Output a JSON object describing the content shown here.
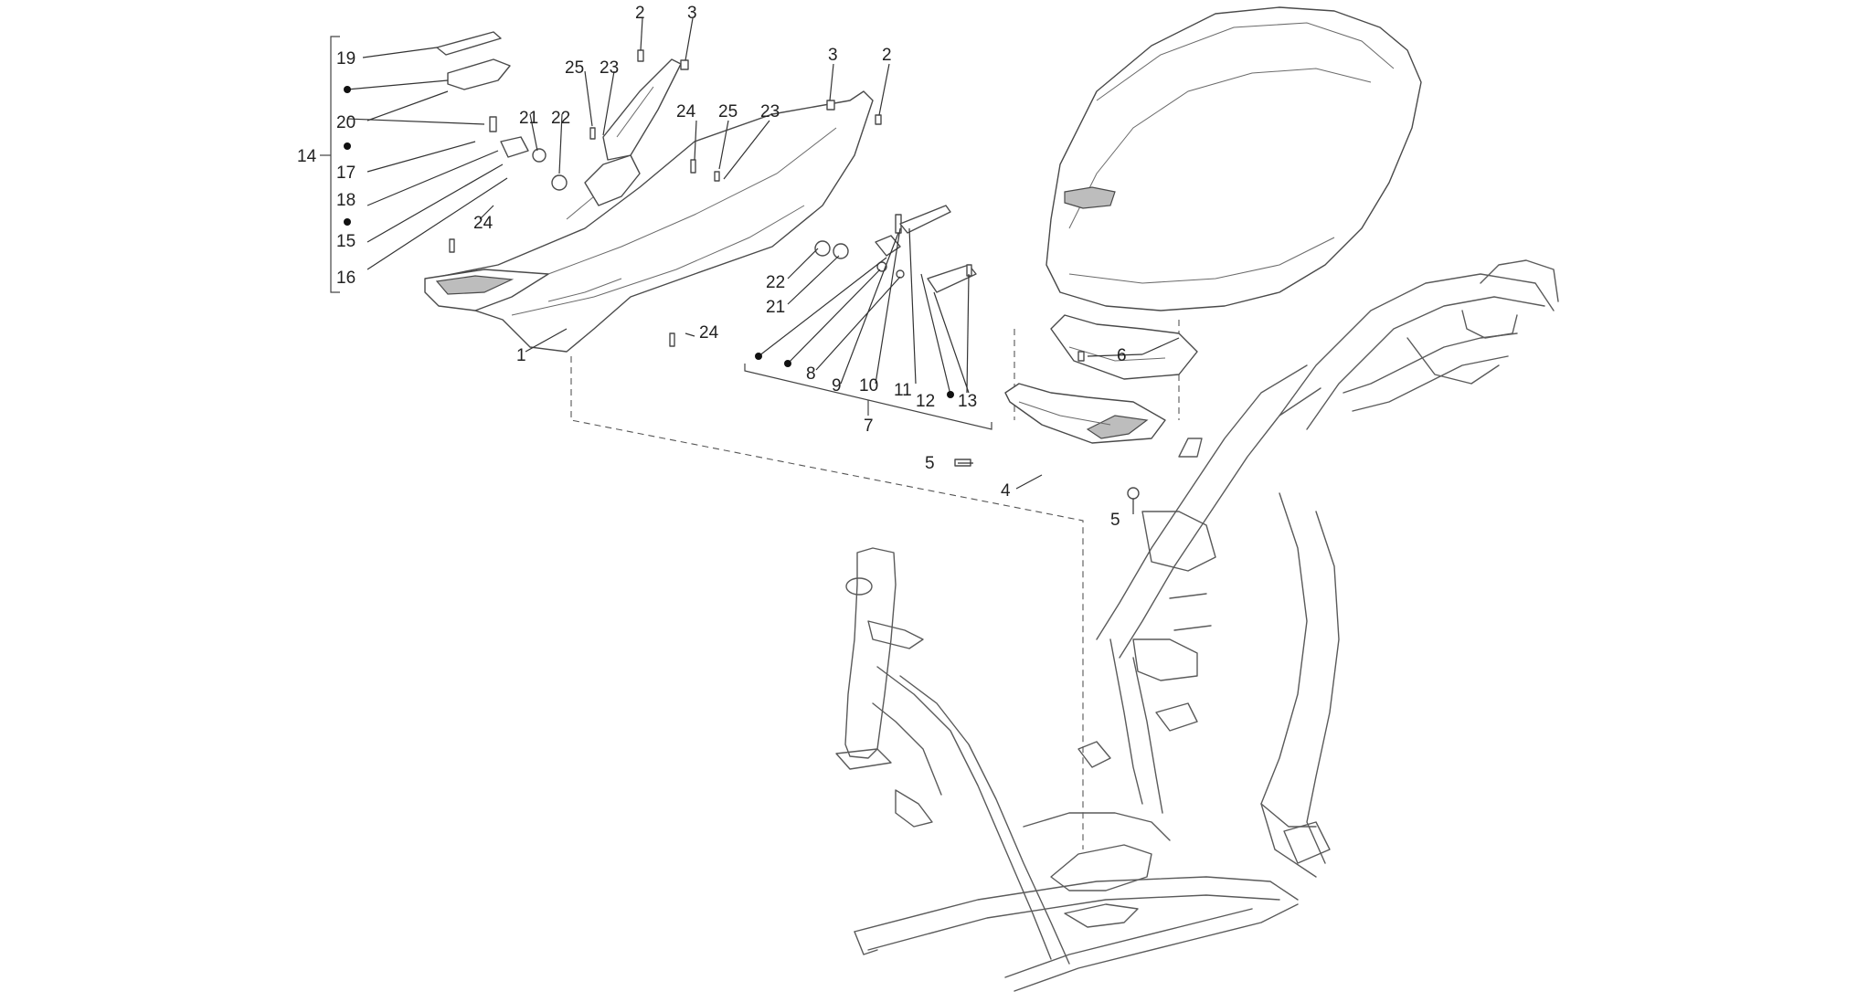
{
  "diagram": {
    "colors": {
      "background": "#ffffff",
      "line": "#4a4a4a",
      "text": "#222222",
      "dot": "#111111"
    },
    "labels": {
      "p1": "1",
      "p2a": "2",
      "p2b": "2",
      "p3a": "3",
      "p3b": "3",
      "p4": "4",
      "p5a": "5",
      "p5b": "5",
      "p6": "6",
      "p7": "7",
      "p8": "8",
      "p9": "9",
      "p10": "10",
      "p11": "11",
      "p12": "12",
      "p13": "13",
      "p14": "14",
      "p15": "15",
      "p16": "16",
      "p17": "17",
      "p18": "18",
      "p19": "19",
      "p20": "20",
      "p21a": "21",
      "p21b": "21",
      "p22a": "22",
      "p22b": "22",
      "p23a": "23",
      "p23b": "23",
      "p24a": "24",
      "p24b": "24",
      "p24c": "24",
      "p25a": "25",
      "p25b": "25"
    }
  }
}
